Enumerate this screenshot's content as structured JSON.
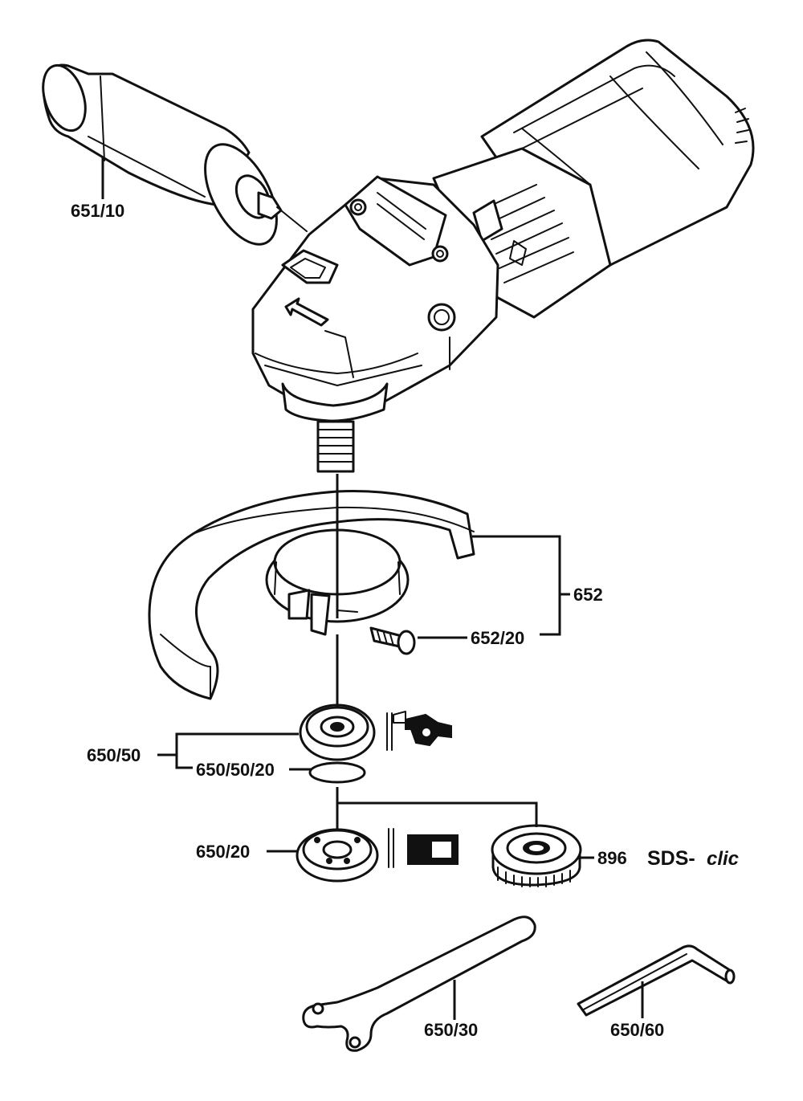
{
  "labels": {
    "side_handle": "651/10",
    "guard": "652",
    "guard_screw": "652/20",
    "flange": "650/50",
    "o_ring": "650/50/20",
    "clamping_nut": "650/20",
    "quick_nut": "896",
    "sds_prefix": "SDS-",
    "sds_suffix": "clic",
    "pin_spanner": "650/30",
    "hex_key": "650/60"
  }
}
